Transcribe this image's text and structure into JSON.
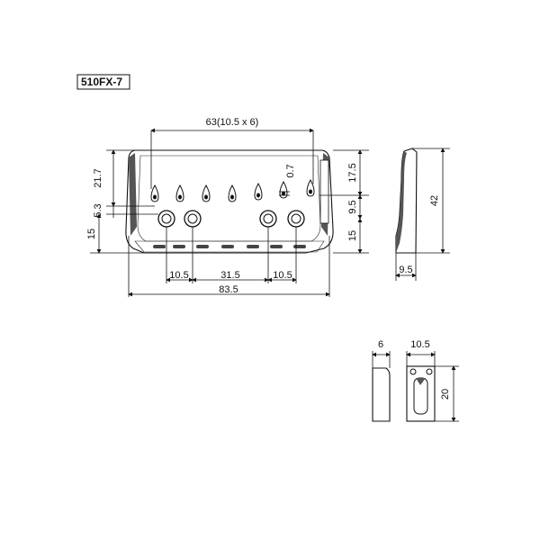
{
  "model_name": "510FX-7",
  "front_view": {
    "dims": {
      "spacing_total": "63(10.5 x 6)",
      "height_total": "21.7",
      "offset_small": "5.3",
      "height_low_left": "15",
      "pin_offset": "0.7",
      "height_right_upper": "17.5",
      "height_right_mid": "9.5",
      "height_low_right": "15",
      "bottom_left_gap": "10.5",
      "bottom_mid_gap": "31.5",
      "bottom_right_gap": "10.5",
      "overall_width": "83.5"
    }
  },
  "side_view": {
    "dims": {
      "height": "42",
      "depth": "9.5"
    }
  },
  "saddle_detail": {
    "dims": {
      "side_width": "6",
      "front_width": "10.5",
      "height": "20"
    }
  },
  "colors": {
    "part_fill": "#ffffff",
    "line": "#111111",
    "shade": "#555555"
  }
}
